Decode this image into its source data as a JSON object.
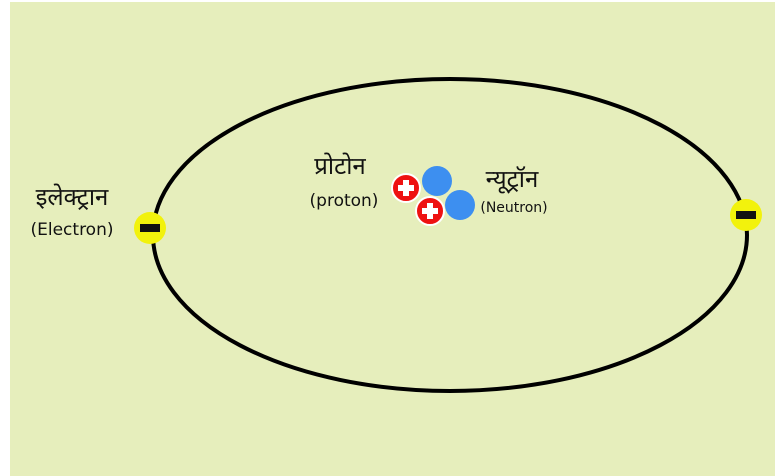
{
  "colors": {
    "background": "#e6eebc",
    "orbit": "#000000",
    "electron": "#f2f20c",
    "proton": "#ee1111",
    "neutron": "#3d8ff0",
    "text": "#111111"
  },
  "labels": {
    "electron_hindi": "इलेक्ट्रान",
    "electron_english": "(Electron)",
    "proton_hindi": "प्रोटोन",
    "proton_english": "(proton)",
    "neutron_hindi": "न्यूट्रॉन",
    "neutron_english": "(Neutron)"
  },
  "symbols": {
    "electron_sign": "minus-sign",
    "proton_sign": "plus-sign"
  }
}
